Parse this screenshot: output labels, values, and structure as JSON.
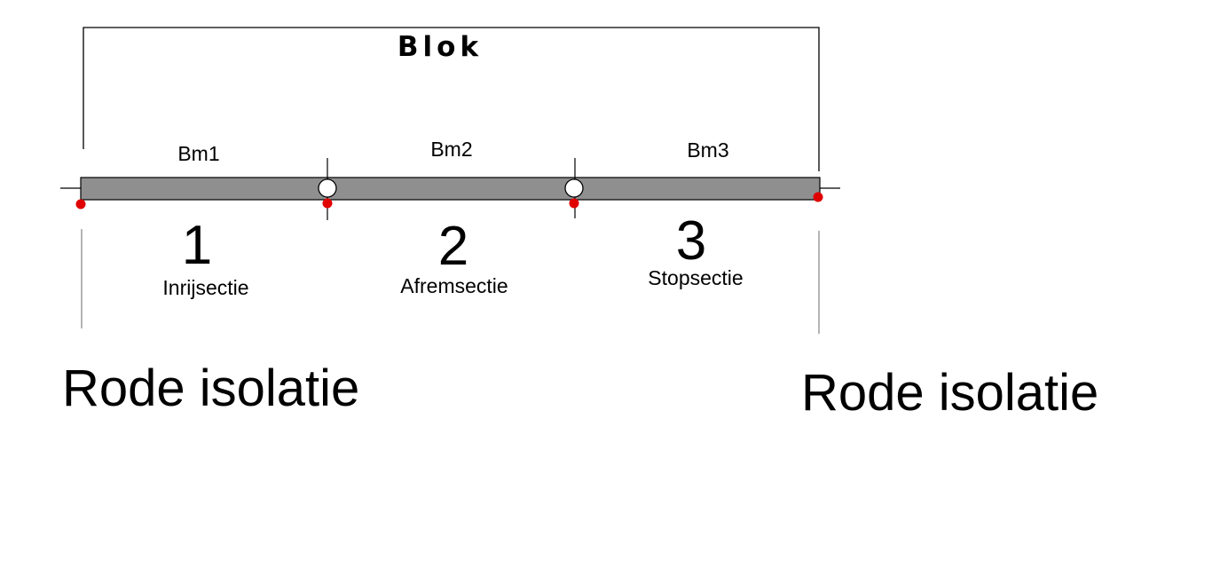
{
  "block": {
    "title": "Blok"
  },
  "sections": [
    {
      "bm": "Bm1",
      "number": "1",
      "name": "Inrijsectie"
    },
    {
      "bm": "Bm2",
      "number": "2",
      "name": "Afremsectie"
    },
    {
      "bm": "Bm3",
      "number": "3",
      "name": "Stopsectie"
    }
  ],
  "isolation": {
    "left": "Rode isolatie",
    "right": "Rode isolatie"
  },
  "colors": {
    "track": "#8f8f8f",
    "isolation_dot": "#e00000",
    "joint_fill": "#ffffff",
    "line": "#000000"
  }
}
